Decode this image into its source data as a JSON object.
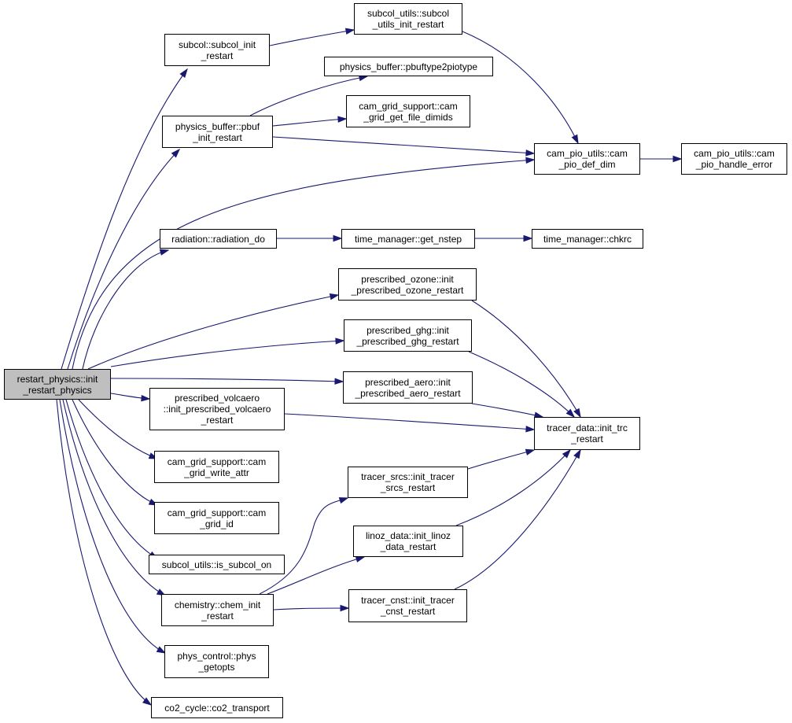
{
  "colors": {
    "edge": "#191970",
    "root_fill": "#bfbfbf",
    "node_fill": "#ffffff",
    "border": "#000000"
  },
  "nodes": {
    "root": [
      "restart_physics::init",
      "_restart_physics"
    ],
    "subcol_init_restart": [
      "subcol::subcol_init",
      "_restart"
    ],
    "subcol_utils_init_restart": [
      "subcol_utils::subcol",
      "_utils_init_restart"
    ],
    "pbuftype2piotype": [
      "physics_buffer::pbuftype2piotype"
    ],
    "cam_grid_get_file_dimids": [
      "cam_grid_support::cam",
      "_grid_get_file_dimids"
    ],
    "pbuf_init_restart": [
      "physics_buffer::pbuf",
      "_init_restart"
    ],
    "cam_pio_def_dim": [
      "cam_pio_utils::cam",
      "_pio_def_dim"
    ],
    "cam_pio_handle_error": [
      "cam_pio_utils::cam",
      "_pio_handle_error"
    ],
    "radiation_do": [
      "radiation::radiation_do"
    ],
    "get_nstep": [
      "time_manager::get_nstep"
    ],
    "chkrc": [
      "time_manager::chkrc"
    ],
    "prescribed_ozone": [
      "prescribed_ozone::init",
      "_prescribed_ozone_restart"
    ],
    "prescribed_ghg": [
      "prescribed_ghg::init",
      "_prescribed_ghg_restart"
    ],
    "prescribed_aero": [
      "prescribed_aero::init",
      "_prescribed_aero_restart"
    ],
    "prescribed_volcaero": [
      "prescribed_volcaero",
      "::init_prescribed_volcaero",
      "_restart"
    ],
    "init_trc_restart": [
      "tracer_data::init_trc",
      "_restart"
    ],
    "cam_grid_write_attr": [
      "cam_grid_support::cam",
      "_grid_write_attr"
    ],
    "cam_grid_id": [
      "cam_grid_support::cam",
      "_grid_id"
    ],
    "tracer_srcs": [
      "tracer_srcs::init_tracer",
      "_srcs_restart"
    ],
    "linoz_data": [
      "linoz_data::init_linoz",
      "_data_restart"
    ],
    "is_subcol_on": [
      "subcol_utils::is_subcol_on"
    ],
    "chem_init_restart": [
      "chemistry::chem_init",
      "_restart"
    ],
    "tracer_cnst": [
      "tracer_cnst::init_tracer",
      "_cnst_restart"
    ],
    "phys_getopts": [
      "phys_control::phys",
      "_getopts"
    ],
    "co2_transport": [
      "co2_cycle::co2_transport"
    ]
  }
}
